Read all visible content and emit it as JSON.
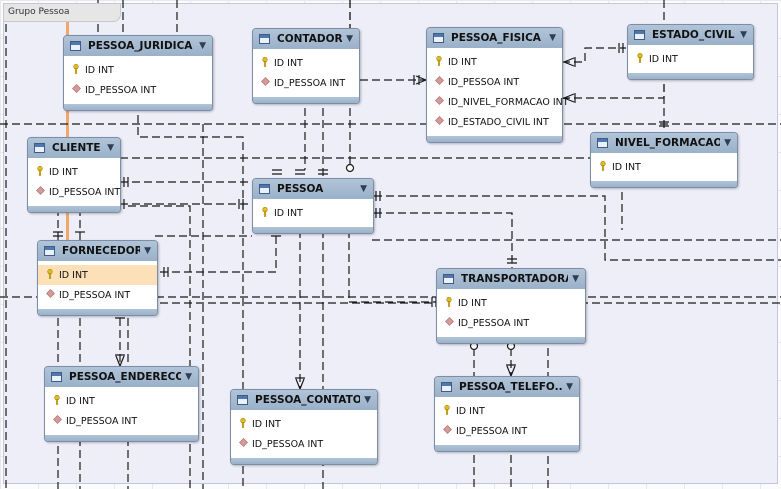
{
  "group": {
    "label": "Grupo Pessoa"
  },
  "tables": [
    {
      "id": "pessoa_juridica",
      "name": "PESSOA_JURIDICA",
      "columns": [
        {
          "name": "ID INT",
          "type": "pk"
        },
        {
          "name": "ID_PESSOA INT",
          "type": "fk"
        }
      ]
    },
    {
      "id": "contador",
      "name": "CONTADOR",
      "columns": [
        {
          "name": "ID INT",
          "type": "pk"
        },
        {
          "name": "ID_PESSOA INT",
          "type": "fk"
        }
      ]
    },
    {
      "id": "pessoa_fisica",
      "name": "PESSOA_FISICA",
      "columns": [
        {
          "name": "ID INT",
          "type": "pk"
        },
        {
          "name": "ID_PESSOA INT",
          "type": "fk"
        },
        {
          "name": "ID_NIVEL_FORMACAO INT",
          "type": "fk"
        },
        {
          "name": "ID_ESTADO_CIVIL INT",
          "type": "fk"
        }
      ]
    },
    {
      "id": "estado_civil",
      "name": "ESTADO_CIVIL",
      "columns": [
        {
          "name": "ID INT",
          "type": "pk"
        }
      ]
    },
    {
      "id": "nivel_formacao",
      "name": "NIVEL_FORMACAO",
      "columns": [
        {
          "name": "ID INT",
          "type": "pk"
        }
      ]
    },
    {
      "id": "cliente",
      "name": "CLIENTE",
      "columns": [
        {
          "name": "ID INT",
          "type": "pk"
        },
        {
          "name": "ID_PESSOA INT",
          "type": "fk"
        }
      ]
    },
    {
      "id": "pessoa",
      "name": "PESSOA",
      "columns": [
        {
          "name": "ID INT",
          "type": "pk"
        }
      ]
    },
    {
      "id": "fornecedor",
      "name": "FORNECEDOR",
      "columns": [
        {
          "name": "ID INT",
          "type": "pk",
          "selected": true
        },
        {
          "name": "ID_PESSOA INT",
          "type": "fk"
        }
      ]
    },
    {
      "id": "transportadora",
      "name": "TRANSPORTADORA",
      "columns": [
        {
          "name": "ID INT",
          "type": "pk"
        },
        {
          "name": "ID_PESSOA INT",
          "type": "fk"
        }
      ]
    },
    {
      "id": "pessoa_endereco",
      "name": "PESSOA_ENDERECO",
      "columns": [
        {
          "name": "ID INT",
          "type": "pk"
        },
        {
          "name": "ID_PESSOA INT",
          "type": "fk"
        }
      ]
    },
    {
      "id": "pessoa_contato",
      "name": "PESSOA_CONTATO",
      "columns": [
        {
          "name": "ID INT",
          "type": "pk"
        },
        {
          "name": "ID_PESSOA INT",
          "type": "fk"
        }
      ]
    },
    {
      "id": "pessoa_telefone",
      "name": "PESSOA_TELEFO...",
      "columns": [
        {
          "name": "ID INT",
          "type": "pk"
        },
        {
          "name": "ID_PESSOA INT",
          "type": "fk"
        }
      ]
    }
  ],
  "icons": {
    "table": "table-icon",
    "primary_key": "key-icon",
    "foreign_key": "diamond-icon",
    "collapse": "triangle-down-icon"
  },
  "colors": {
    "header": "#9ab1c9",
    "group_background": "#eeeef9",
    "selected_row": "#fbe0b8",
    "group_accent": "#f0a86a"
  }
}
